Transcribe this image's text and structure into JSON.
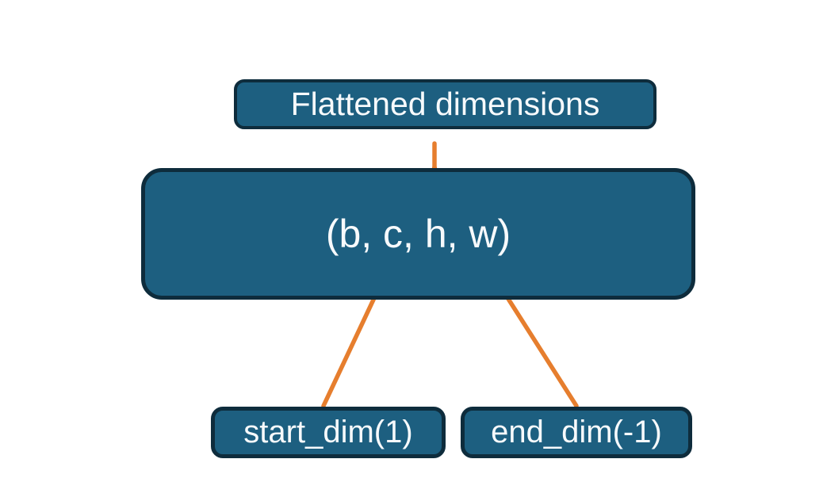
{
  "diagram": {
    "title_node": {
      "label": "Flattened dimensions"
    },
    "tensor_node": {
      "label": "(b, c, h, w)"
    },
    "start_node": {
      "label": "start_dim(1)"
    },
    "end_node": {
      "label": "end_dim(-1)"
    },
    "edges": [
      {
        "type": "arrow",
        "from": "start_dim(1)",
        "to": "(b, c, h, w)",
        "points_at": "c"
      },
      {
        "type": "arrow",
        "from": "end_dim(-1)",
        "to": "(b, c, h, w)",
        "points_at": "w"
      },
      {
        "type": "brace",
        "from": "Flattened dimensions",
        "spans": "c, h, w"
      }
    ]
  },
  "colors": {
    "bg": "#ffffff",
    "node-fill": "#1d5f80",
    "node-border": "#0e2c3c",
    "node-text": "#f7fafc",
    "accent": "#e67e2e"
  }
}
